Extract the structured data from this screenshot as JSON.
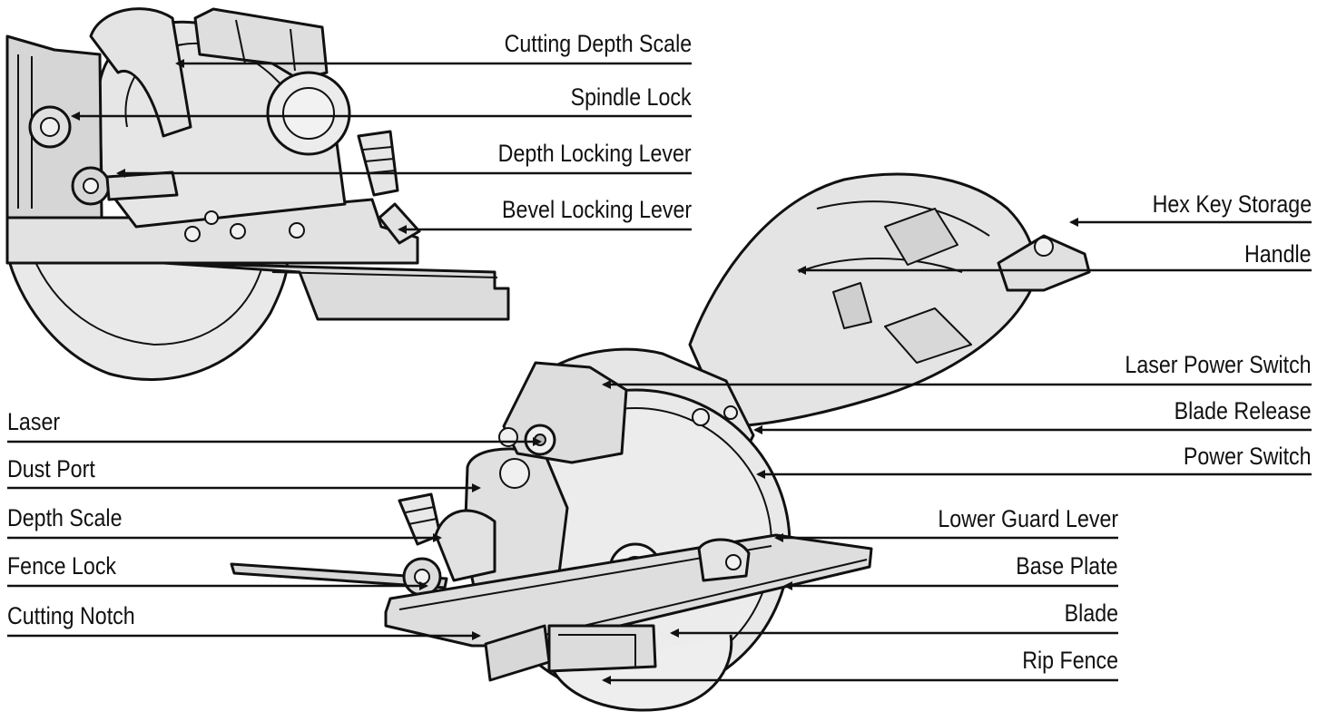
{
  "diagram": {
    "line_color": "#111111",
    "fill_color": "#e6e6e6",
    "shade_color": "#cfcfcf",
    "labels": {
      "cutting_depth_scale": "Cutting Depth Scale",
      "spindle_lock": "Spindle Lock",
      "depth_locking_lever": "Depth Locking Lever",
      "bevel_locking_lever": "Bevel Locking Lever",
      "hex_key_storage": "Hex Key Storage",
      "handle": "Handle",
      "laser_power_switch": "Laser Power Switch",
      "blade_release": "Blade Release",
      "power_switch": "Power Switch",
      "laser": "Laser",
      "dust_port": "Dust Port",
      "depth_scale": "Depth Scale",
      "fence_lock": "Fence Lock",
      "cutting_notch": "Cutting Notch",
      "lower_guard_lever": "Lower Guard Lever",
      "base_plate": "Base Plate",
      "blade": "Blade",
      "rip_fence": "Rip Fence"
    }
  }
}
